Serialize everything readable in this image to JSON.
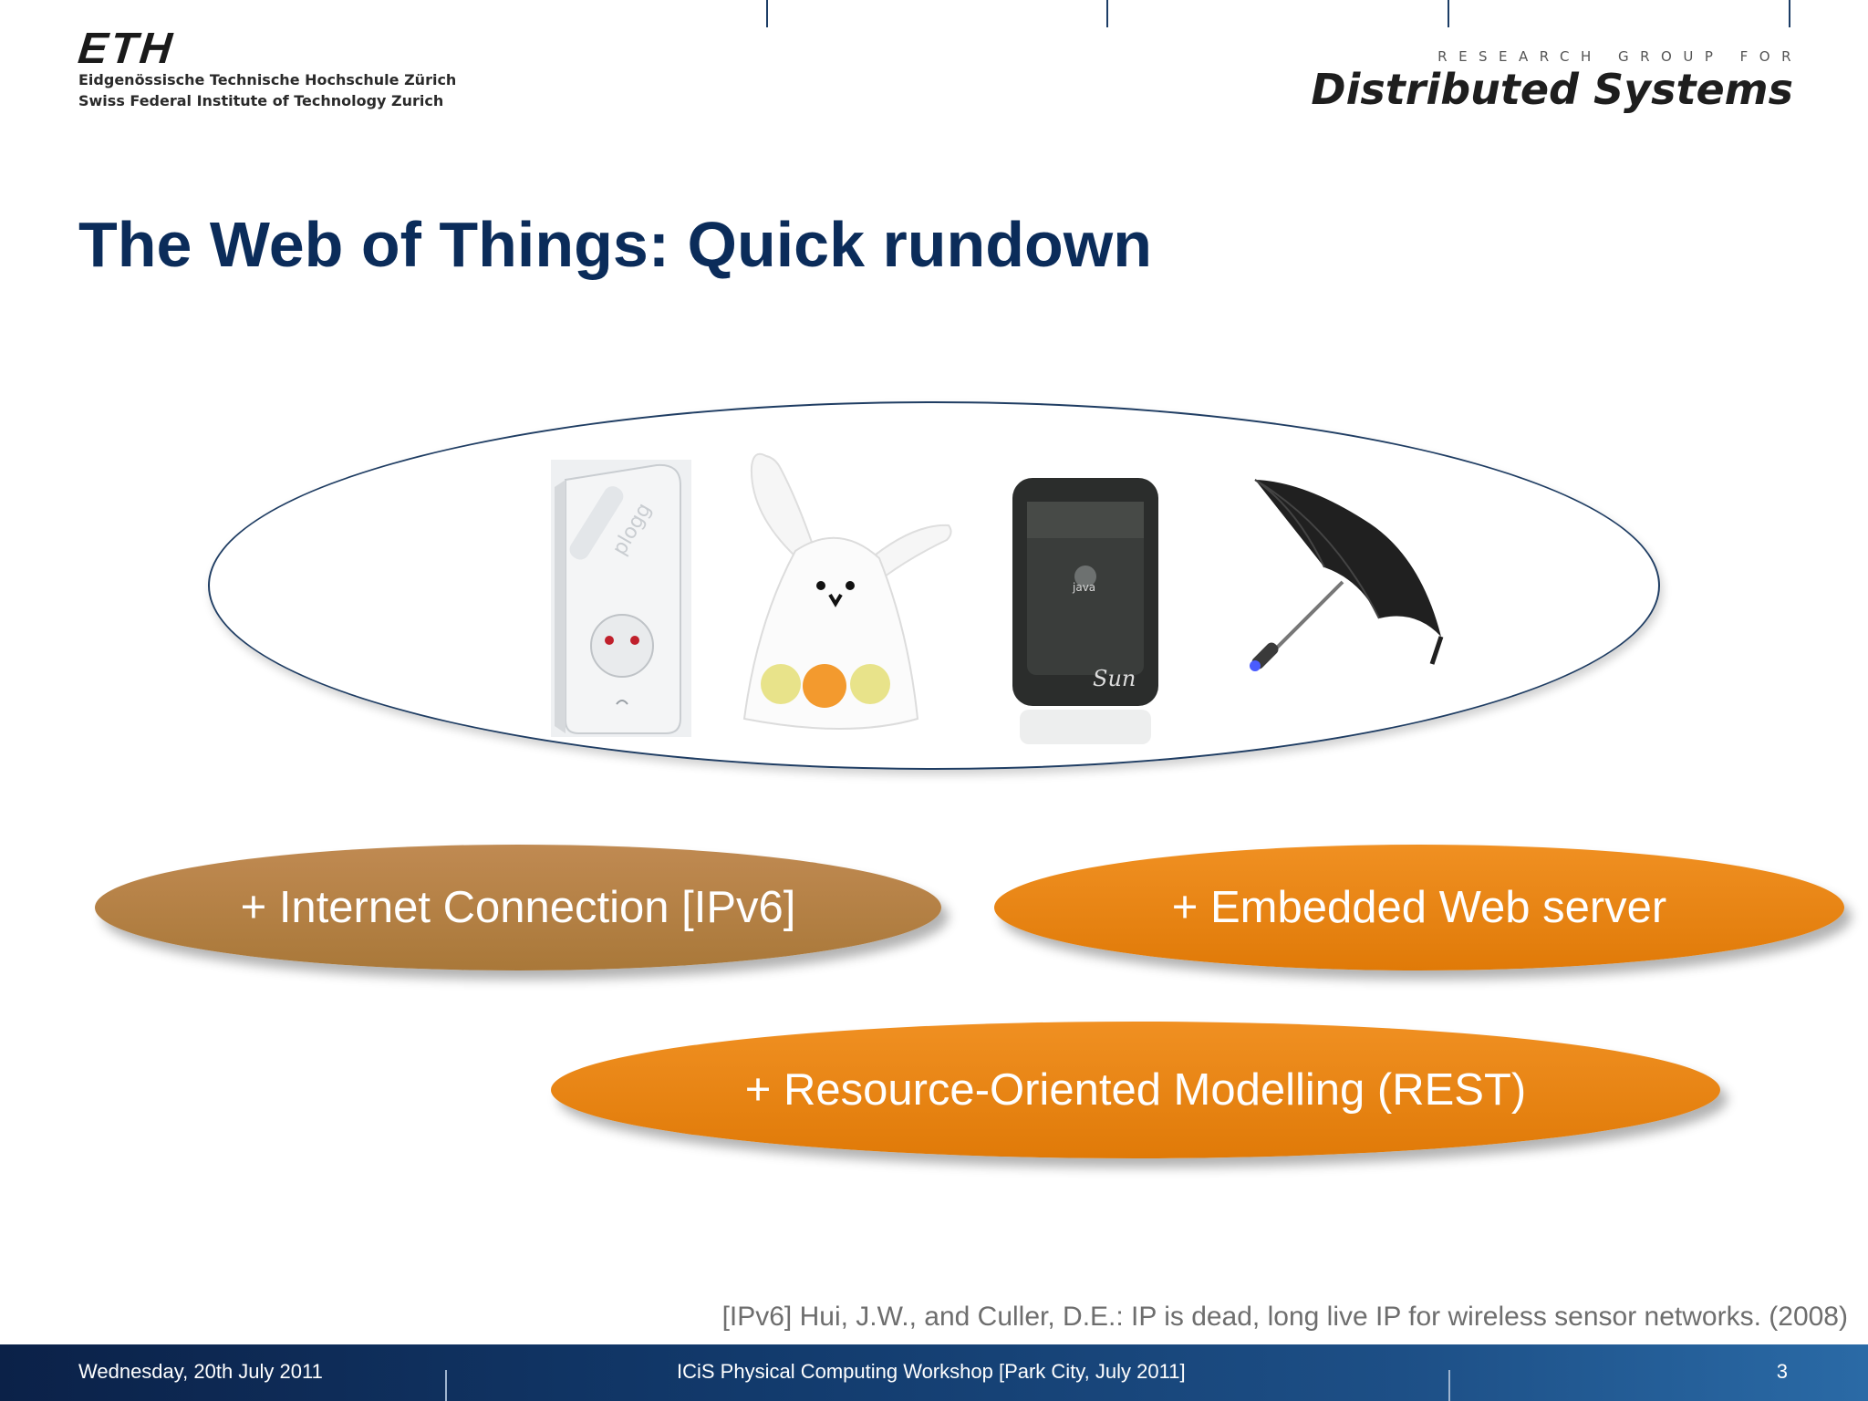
{
  "header": {
    "eth_logo": {
      "mark": "ETH",
      "line1": "Eidgenössische Technische Hochschule Zürich",
      "line2": "Swiss Federal Institute of Technology Zurich"
    },
    "group_logo": {
      "tagline": "RESEARCH GROUP FOR",
      "name": "Distributed Systems"
    }
  },
  "slide": {
    "title": "The Web of Things: Quick rundown",
    "devices": [
      {
        "icon": "power-plug-icon",
        "label": "plogg"
      },
      {
        "icon": "rabbit-robot-icon",
        "label": ""
      },
      {
        "icon": "sun-spot-icon",
        "label": "Sun"
      },
      {
        "icon": "umbrella-icon",
        "label": ""
      }
    ],
    "pills": {
      "internet": "+ Internet Connection [IPv6]",
      "web_server": "+ Embedded Web server",
      "rest": "+ Resource-Oriented Modelling (REST)"
    },
    "citation": "[IPv6] Hui, J.W., and Culler, D.E.: IP is dead, long live IP for wireless sensor networks. (2008)"
  },
  "footer": {
    "date": "Wednesday, 20th July 2011",
    "event": "ICiS Physical Computing Workshop [Park City, July 2011]",
    "page": "3"
  },
  "colors": {
    "title": "#0b2c5a",
    "brown_pill": "#b47f44",
    "orange_pill": "#e8830f",
    "footer_bg": "#123a6c"
  }
}
